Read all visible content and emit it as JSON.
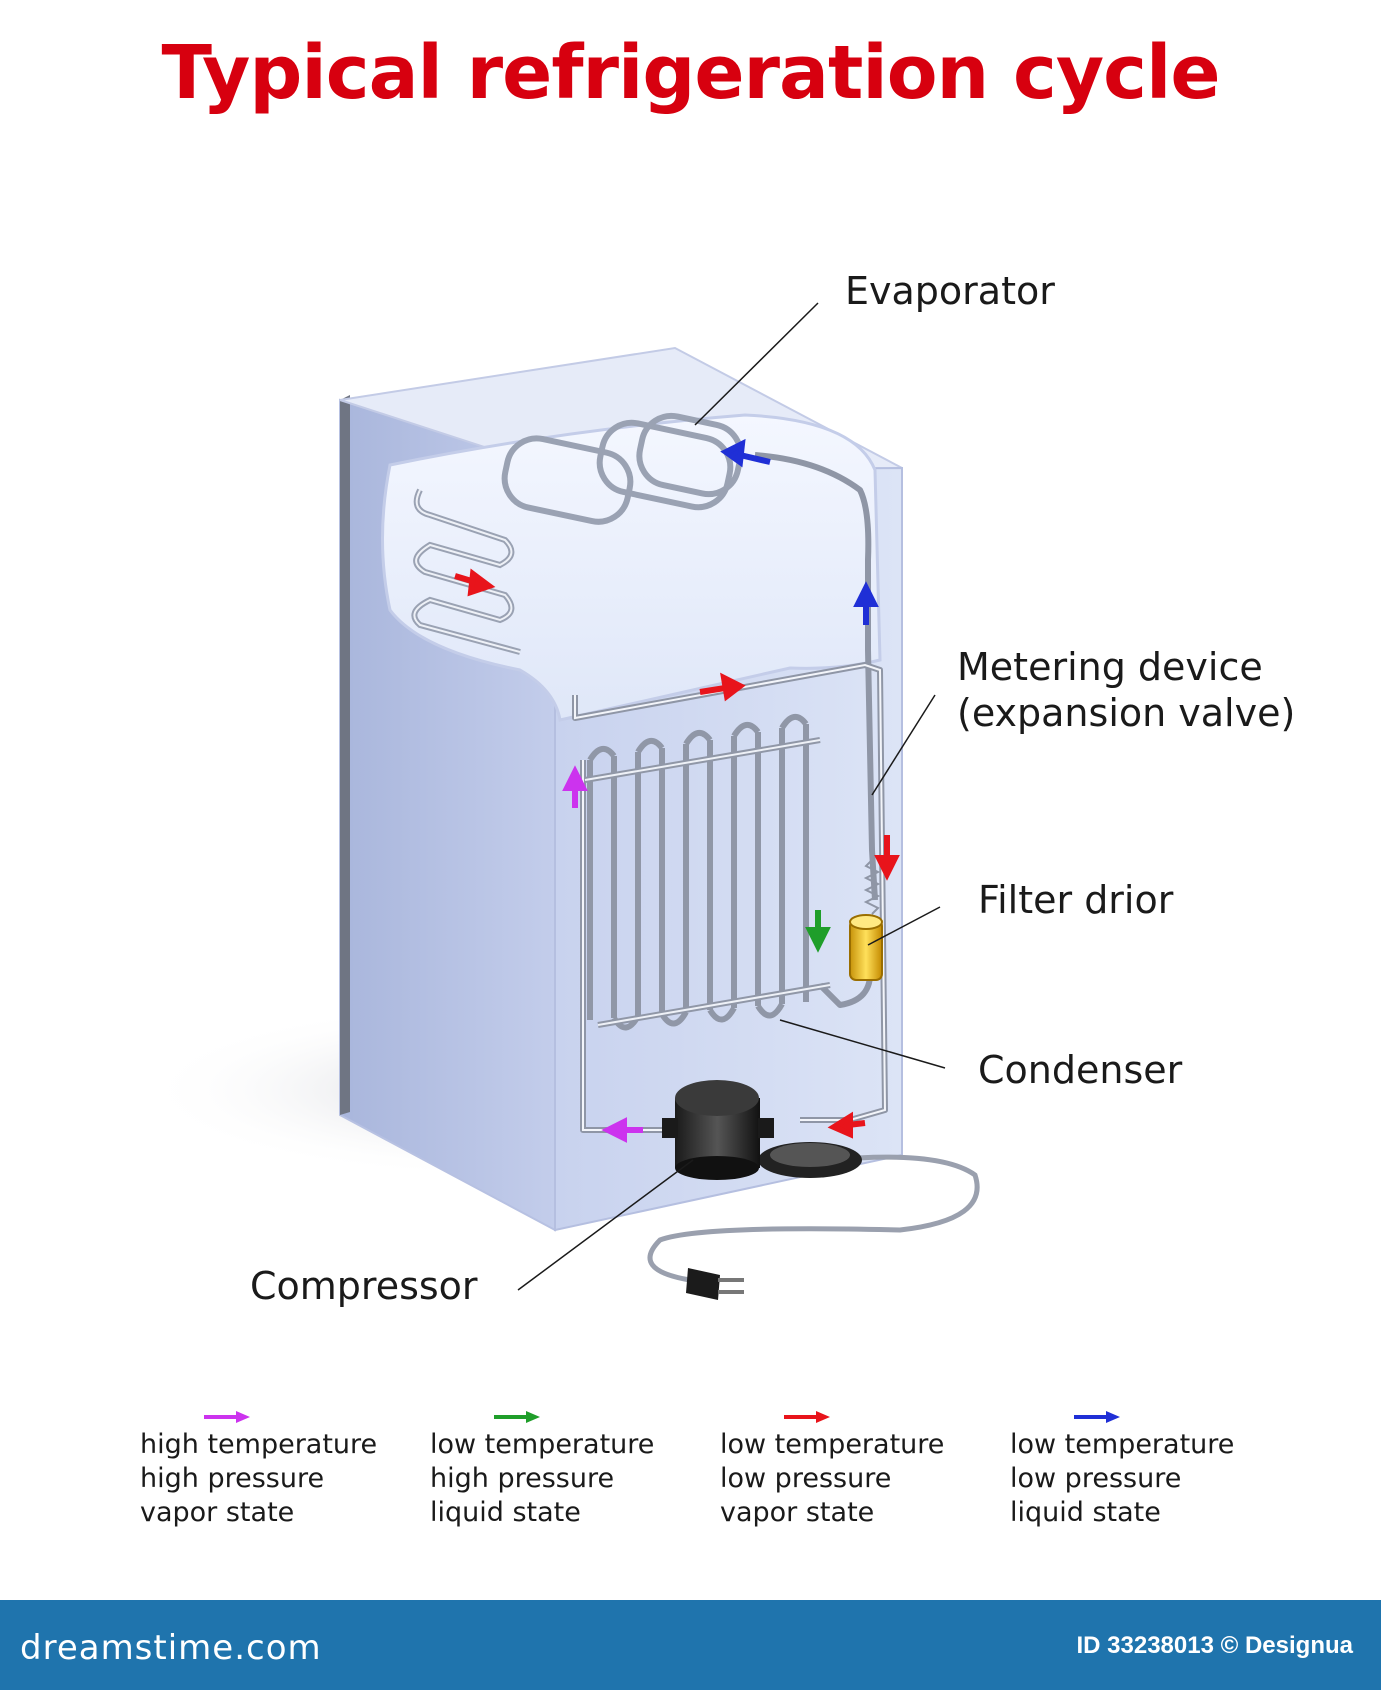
{
  "title": "Typical refrigeration cycle",
  "labels": {
    "evaporator": "Evaporator",
    "metering_line1": "Metering device",
    "metering_line2": "(expansion valve)",
    "filter": "Filter drior",
    "condenser": "Condenser",
    "compressor": "Compressor"
  },
  "legend": [
    {
      "color": "#cc33ee",
      "lines": [
        "high temperature",
        "high pressure",
        "vapor state"
      ]
    },
    {
      "color": "#1f9e2a",
      "lines": [
        "low temperature",
        "high pressure",
        "liquid state"
      ]
    },
    {
      "color": "#e8141b",
      "lines": [
        "low temperature",
        "low pressure",
        "vapor state"
      ]
    },
    {
      "color": "#1f2fd6",
      "lines": [
        "low temperature",
        "low pressure",
        "liquid state"
      ]
    }
  ],
  "footer": {
    "brand": "dreamstime.com",
    "credit": "ID 33238013 © Designua"
  }
}
